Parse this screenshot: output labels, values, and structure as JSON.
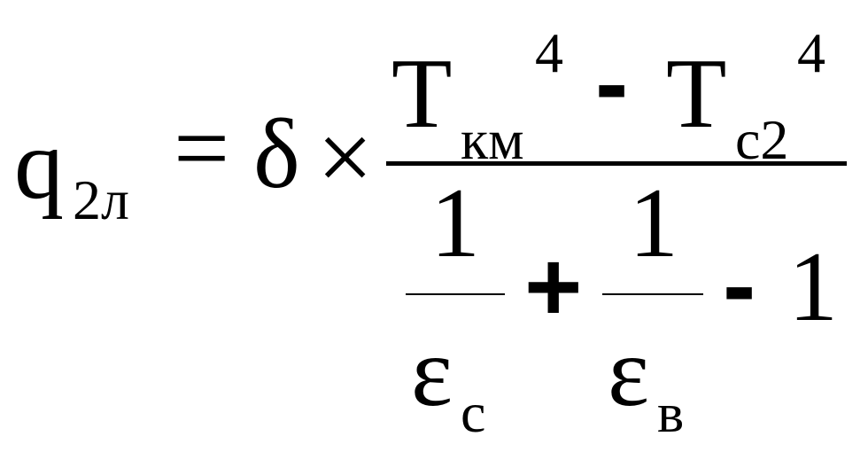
{
  "formula": {
    "lhs": {
      "symbol": "q",
      "subscript": "2л"
    },
    "equals": "=",
    "coefficient": "δ",
    "times": "×",
    "numerator": {
      "term1": {
        "symbol": "T",
        "subscript": "км",
        "exponent": "4"
      },
      "minus": "-",
      "term2": {
        "symbol": "T",
        "subscript": "с2",
        "exponent": "4"
      }
    },
    "denominator": {
      "frac1": {
        "numerator": "1",
        "denom_symbol": "ε",
        "denom_subscript": "с"
      },
      "plus": "+",
      "frac2": {
        "numerator": "1",
        "denom_symbol": "ε",
        "denom_subscript": "в"
      },
      "minus": "-",
      "constant": "1"
    }
  }
}
